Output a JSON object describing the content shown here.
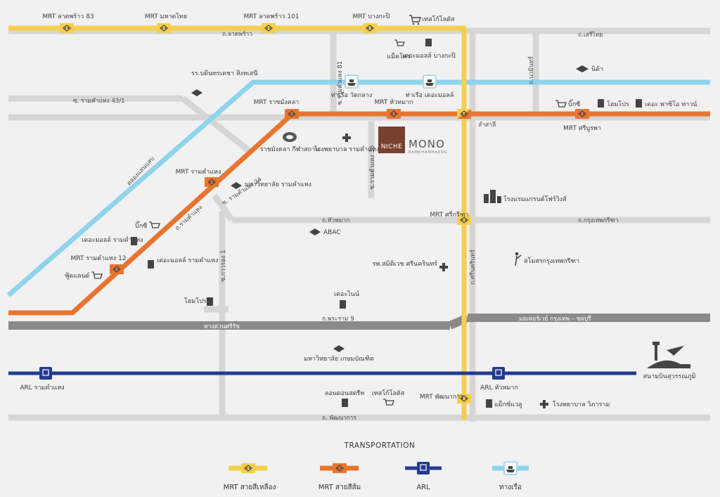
{
  "colors": {
    "yellow_line": "#f5cf4d",
    "orange_line": "#e8752f",
    "arl_line": "#253a8f",
    "boat_line": "#8fd3ec",
    "expressway": "#8a8a8a",
    "minor_road": "#d6d6d6",
    "background": "#f1f1f2",
    "niche_brand": "#7a4030"
  },
  "stations": {
    "yellow": {
      "ladprao83": "MRT ลาดพร้าว 83",
      "mahadthai": "MRT มหาดไทย",
      "ladprao101": "MRT ลาดพร้าว 101",
      "bangkapi": "MRT บางกะปิ",
      "lamsali": "ลำสาลี",
      "srikritha": "MRT ศรีกรีฑา",
      "phatthanakan": "MRT พัฒนาการ"
    },
    "orange": {
      "rajamangala": "MRT ราชมังคลา",
      "huamark": "MRT หัวหมาก",
      "srinagarindra": "MRT ศรีบูรพา",
      "ramkhamhaeng": "MRT รามคำแหง",
      "ramkhamhaeng12": "MRT รามคำแหง 12"
    },
    "arl": {
      "ramkhamhaeng": "ARL รามคำแหง",
      "huamark": "ARL หัวหมาก"
    },
    "boat": {
      "watklang": "ท่าเรือ วัดกลาง",
      "themall": "ท่าเรือ เดอะมอลล์"
    }
  },
  "roads": {
    "ladprao": "ถ.ลาดพร้าว",
    "serithai": "ถ.เสรีไทย",
    "ram81": "ซ.รามคำแหง 81",
    "ram43": "ซ. รามคำแหง 43/1",
    "nawamin": "ถ.นวมินทร์",
    "ram36": "ซ.รามคำแหง 36",
    "ram24": "ซ. รามคำแหง 24",
    "ramkhamhaeng": "ถ.รามคำแหง",
    "huamark": "ถ.หัวหมาก",
    "krungthepkreetha": "ถ.กรุงเทพกรีฑา",
    "khlong_saen_saep": "คลองแสนแสบ",
    "srinagarindra": "ถ.ศรีนครินทร์",
    "kanchanaphisek1": "ซ.กาวรอง 1",
    "rama9": "ถ.พระราม 9",
    "sirat_expressway": "ทางด่วนศรีรัช",
    "motorway": "มอเตอร์เวย์ กรุงเทพ – ชลบุรี",
    "phatthanakan": "ถ. พัฒนาการ"
  },
  "places": {
    "tesco_bangkapi": "เทสโก้โลตัส",
    "makro": "แม็คโคร",
    "themall_bangkapi": "เดอะมอลล์ บางกะปิ",
    "nida": "นิด้า",
    "bigc_srinagarindra": "บิ๊กซี",
    "homepro": "โฮมโปร",
    "paseo": "เดอะ พาซิโอ ทาวน์",
    "bodindecha": "รร.บดินทรเดชา สิงหเสนี",
    "rajamangala_stadium": "ราชมังคลา กีฬาสถาน",
    "ram_hospital": "โรงพยาบาล รามคำแหง",
    "ram_university": "มหาวิทยาลัย รามคำแหง",
    "grand_fourwings": "โรงแรมแกรนด์โฟร์วิงส์",
    "abac": "ABAC",
    "samitivej": "รพ.สมิติเวช ศรีนครินทร์",
    "golf_club": "สโมสรกรุงเทพกรีฑา",
    "bigc_ram": "บิ๊กซี",
    "themall_ram_a": "เดอะมอลล์ รามคำแหง",
    "themall_ram_b": "เดอะมอลล์ รามคำแหง",
    "foodland": "ฟู้ดแลนด์",
    "homepro_2": "โฮมโปร",
    "thenine": "เดอะไนน์",
    "chalerm_university": "มหาวิทยาลัย เกษมบัณฑิต",
    "longdon": "ลอนดอนสตรีท",
    "tesco_2": "เทสโก้โลตัส",
    "megabangna": "แม็กซ์แวลู",
    "wichayut": "โรงพยาบาล วิภาราม",
    "suvarnabhumi": "สนามบินสุวรรณภูมิ"
  },
  "project": {
    "brand": "NICHE",
    "name": "MONO",
    "tagline": "RAMKHAMHAENG"
  },
  "legend": {
    "title": "TRANSPORTATION",
    "items": [
      "MRT สายสีเหลือง",
      "MRT สายสีส้ม",
      "ARL",
      "ทางเรือ"
    ]
  }
}
